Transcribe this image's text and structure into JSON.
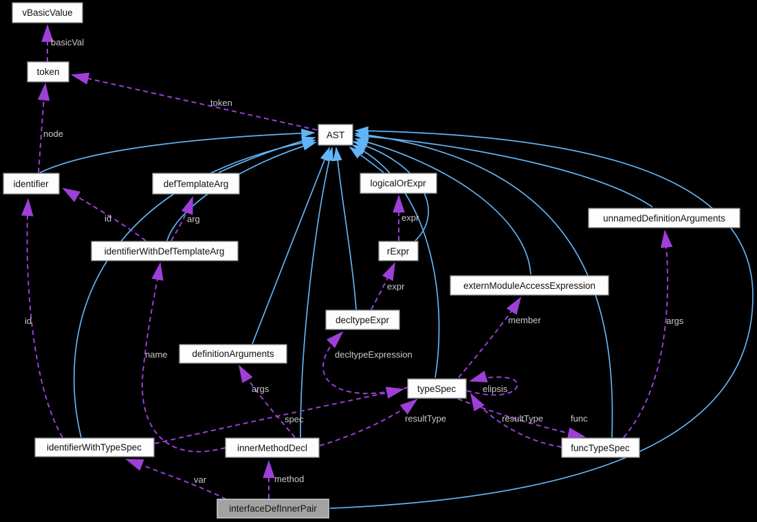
{
  "diagram": {
    "kind": "doxygen-collaboration-graph",
    "focus_node": "interfaceDefInnerPair",
    "background": "#000000"
  },
  "colors": {
    "bg": "#000000",
    "node_fill": "#fdfdfd",
    "node_border": "#8a8d90",
    "node_text": "#111111",
    "sel_fill": "#a2a2a2",
    "sel_border": "#c9c9c9",
    "edge_blue": "#63b4f6",
    "edge_purple": "#9e3fd8",
    "label_gray": "#c9c9c9"
  },
  "nodes": [
    {
      "label": "vBasicValue",
      "highlighted": false
    },
    {
      "label": "token",
      "highlighted": false
    },
    {
      "label": "AST",
      "highlighted": false
    },
    {
      "label": "identifier",
      "highlighted": false
    },
    {
      "label": "defTemplateArg",
      "highlighted": false
    },
    {
      "label": "logicalOrExpr",
      "highlighted": false
    },
    {
      "label": "unnamedDefinitionArguments",
      "highlighted": false
    },
    {
      "label": "identifierWithDefTemplateArg",
      "highlighted": false
    },
    {
      "label": "rExpr",
      "highlighted": false
    },
    {
      "label": "externModuleAccessExpression",
      "highlighted": false
    },
    {
      "label": "decltypeExpr",
      "highlighted": false
    },
    {
      "label": "definitionArguments",
      "highlighted": false
    },
    {
      "label": "typeSpec",
      "highlighted": false
    },
    {
      "label": "identifierWithTypeSpec",
      "highlighted": false
    },
    {
      "label": "innerMethodDecl",
      "highlighted": false
    },
    {
      "label": "funcTypeSpec",
      "highlighted": false
    },
    {
      "label": "interfaceDefInnerPair",
      "highlighted": true
    }
  ],
  "solid_edges": [
    {
      "from": "identifier",
      "to": "AST"
    },
    {
      "from": "defTemplateArg",
      "to": "AST"
    },
    {
      "from": "identifierWithDefTemplateArg",
      "to": "AST"
    },
    {
      "from": "logicalOrExpr",
      "to": "AST"
    },
    {
      "from": "rExpr",
      "to": "AST"
    },
    {
      "from": "decltypeExpr",
      "to": "AST"
    },
    {
      "from": "definitionArguments",
      "to": "AST"
    },
    {
      "from": "typeSpec",
      "to": "AST"
    },
    {
      "from": "externModuleAccessExpression",
      "to": "AST"
    },
    {
      "from": "unnamedDefinitionArguments",
      "to": "AST"
    },
    {
      "from": "identifierWithTypeSpec",
      "to": "AST"
    },
    {
      "from": "innerMethodDecl",
      "to": "AST"
    },
    {
      "from": "funcTypeSpec",
      "to": "AST"
    },
    {
      "from": "interfaceDefInnerPair",
      "to": "AST"
    }
  ],
  "edge_labels": [
    {
      "text": "basicVal",
      "from": "token",
      "to": "vBasicValue"
    },
    {
      "text": "node",
      "from": "identifier",
      "to": "token"
    },
    {
      "text": "token",
      "from": "AST",
      "to": "token"
    },
    {
      "text": "id",
      "from": "identifierWithDefTemplateArg",
      "to": "identifier"
    },
    {
      "text": "arg",
      "from": "identifierWithDefTemplateArg",
      "to": "defTemplateArg"
    },
    {
      "text": "expr",
      "from": "rExpr",
      "to": "logicalOrExpr"
    },
    {
      "text": "expr",
      "from": "decltypeExpr",
      "to": "rExpr"
    },
    {
      "text": "decltypeExpression",
      "from": "typeSpec",
      "to": "decltypeExpr"
    },
    {
      "text": "member",
      "from": "typeSpec",
      "to": "externModuleAccessExpression"
    },
    {
      "text": "elipsis",
      "from": "typeSpec",
      "to": "typeSpec"
    },
    {
      "text": "resultType",
      "from": "innerMethodDecl",
      "to": "typeSpec"
    },
    {
      "text": "resultType",
      "from": "funcTypeSpec",
      "to": "typeSpec"
    },
    {
      "text": "func",
      "from": "typeSpec",
      "to": "funcTypeSpec"
    },
    {
      "text": "args",
      "from": "funcTypeSpec",
      "to": "unnamedDefinitionArguments"
    },
    {
      "text": "args",
      "from": "innerMethodDecl",
      "to": "definitionArguments"
    },
    {
      "text": "name",
      "from": "innerMethodDecl",
      "to": "identifierWithDefTemplateArg"
    },
    {
      "text": "id",
      "from": "identifierWithTypeSpec",
      "to": "identifier"
    },
    {
      "text": "spec",
      "from": "identifierWithTypeSpec",
      "to": "typeSpec"
    },
    {
      "text": "var",
      "from": "interfaceDefInnerPair",
      "to": "identifierWithTypeSpec"
    },
    {
      "text": "method",
      "from": "interfaceDefInnerPair",
      "to": "innerMethodDecl"
    }
  ]
}
